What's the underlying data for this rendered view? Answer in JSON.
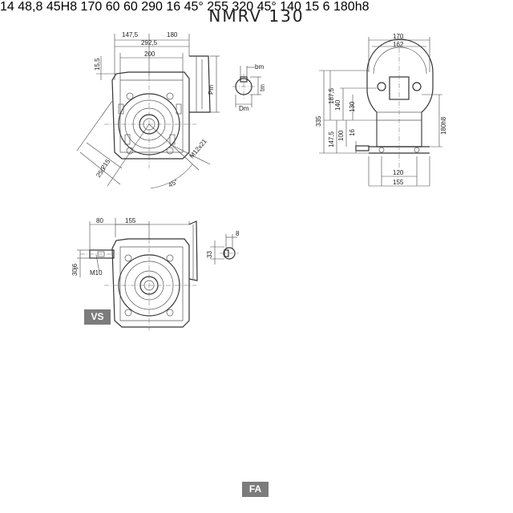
{
  "title": "NMRV 130",
  "badges": {
    "vs": "VS",
    "fa": "FA"
  },
  "view1": {
    "d1": "147,5",
    "d2": "180",
    "d3": "292,5",
    "d4": "200",
    "d5": "15,5",
    "d6": "Pm",
    "d7": "215",
    "d8": "250",
    "d9": "M12x21",
    "d10": "45°"
  },
  "shaft1": {
    "bm": "bm",
    "tm": "tm",
    "dm": "Dm"
  },
  "side1": {
    "d170": "170",
    "d162": "162",
    "d335": "335",
    "d187": "187,5",
    "d140": "140",
    "d130": "130",
    "d147": "147,5",
    "d100": "100",
    "d16": "16",
    "d180": "180h8",
    "d120": "120",
    "d155": "155"
  },
  "view2": {
    "d80": "80",
    "d155": "155",
    "d30": "30j6",
    "m10": "M10"
  },
  "key2": {
    "d8": "8",
    "d33": "33"
  },
  "hollow": {
    "d14": "14",
    "d488": "48,8",
    "d45": "45H8"
  },
  "shaft3": {
    "d170": "170",
    "d60a": "60",
    "d60b": "60"
  },
  "view3": {
    "d290": "290",
    "d16": "16",
    "d45a": "45°",
    "d255": "255",
    "d320": "320",
    "d45b": "45°"
  },
  "side3": {
    "d140": "140",
    "d15": "15",
    "d6": "6",
    "d180": "180h8"
  }
}
